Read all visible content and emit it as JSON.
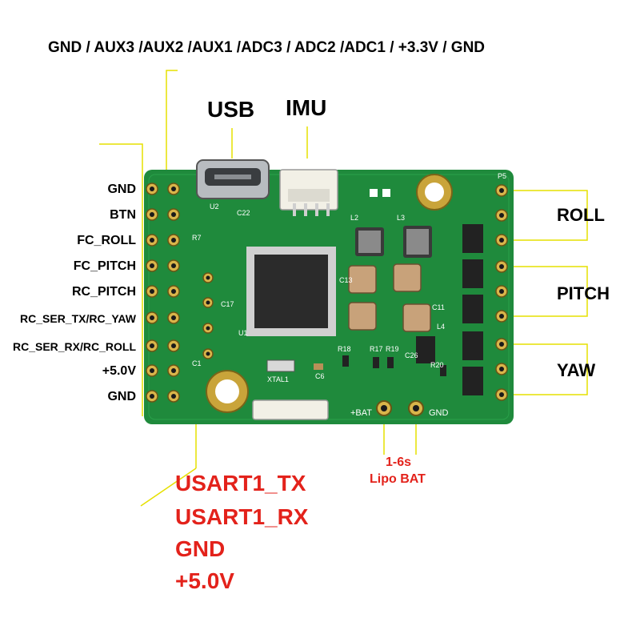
{
  "header": {
    "top_pins": "GND / AUX3 /AUX2 /AUX1 /ADC3 / ADC2 /ADC1 / +3.3V / GND"
  },
  "connectors": {
    "usb": "USB",
    "imu": "IMU"
  },
  "left_pins": [
    "GND",
    "BTN",
    "FC_ROLL",
    "FC_PITCH",
    "RC_PITCH",
    "RC_SER_TX/RC_YAW",
    "RC_SER_RX/RC_ROLL",
    "+5.0V",
    "GND"
  ],
  "motor_outputs": [
    "ROLL",
    "PITCH",
    "YAW"
  ],
  "battery": {
    "line1": "1-6s",
    "line2": "Lipo BAT",
    "plus_label": "+BAT",
    "gnd_label": "GND"
  },
  "uart_pins": [
    "USART1_TX",
    "USART1_RX",
    "GND",
    "+5.0V"
  ],
  "board_marks": [
    "P5",
    "U2",
    "C22",
    "R7",
    "U1",
    "C17",
    "C1",
    "L2",
    "L3",
    "C13",
    "C11",
    "L4",
    "R18",
    "R17",
    "R19",
    "C26",
    "R20",
    "C6",
    "XTAL1"
  ],
  "colors": {
    "pcb": "#1f8a3c",
    "annotation_line": "#e6e000",
    "red_text": "#e3221b"
  }
}
